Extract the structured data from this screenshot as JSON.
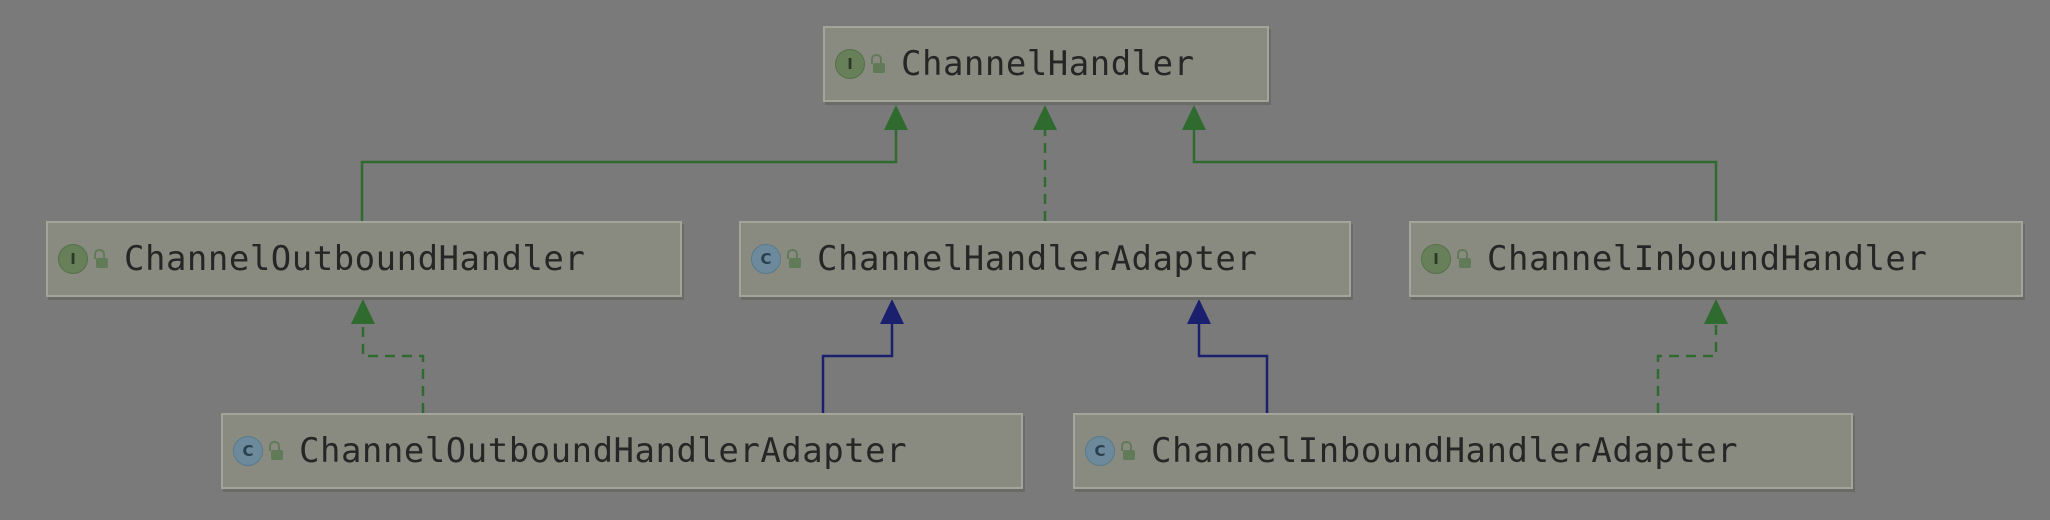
{
  "nodes": [
    {
      "id": "channel-handler",
      "name": "ChannelHandler",
      "kind": "interface"
    },
    {
      "id": "channel-outbound-handler",
      "name": "ChannelOutboundHandler",
      "kind": "interface"
    },
    {
      "id": "channel-handler-adapter",
      "name": "ChannelHandlerAdapter",
      "kind": "class"
    },
    {
      "id": "channel-inbound-handler",
      "name": "ChannelInboundHandler",
      "kind": "interface"
    },
    {
      "id": "channel-outbound-handler-adapter",
      "name": "ChannelOutboundHandlerAdapter",
      "kind": "class"
    },
    {
      "id": "channel-inbound-handler-adapter",
      "name": "ChannelInboundHandlerAdapter",
      "kind": "class"
    }
  ],
  "badges": {
    "interface": "I",
    "class": "C"
  },
  "edges": [
    {
      "from": "channel-outbound-handler",
      "to": "channel-handler",
      "type": "extends"
    },
    {
      "from": "channel-handler-adapter",
      "to": "channel-handler",
      "type": "implements"
    },
    {
      "from": "channel-inbound-handler",
      "to": "channel-handler",
      "type": "extends"
    },
    {
      "from": "channel-outbound-handler-adapter",
      "to": "channel-outbound-handler",
      "type": "implements"
    },
    {
      "from": "channel-outbound-handler-adapter",
      "to": "channel-handler-adapter",
      "type": "extends-class"
    },
    {
      "from": "channel-inbound-handler-adapter",
      "to": "channel-handler-adapter",
      "type": "extends-class"
    },
    {
      "from": "channel-inbound-handler-adapter",
      "to": "channel-inbound-handler",
      "type": "implements"
    }
  ],
  "colors": {
    "background": "#7a7a7a",
    "interface_arrow": "#2f6a2f",
    "class_arrow": "#1a1f6e",
    "node_fill": "#8a8b80",
    "node_text": "#262626"
  }
}
